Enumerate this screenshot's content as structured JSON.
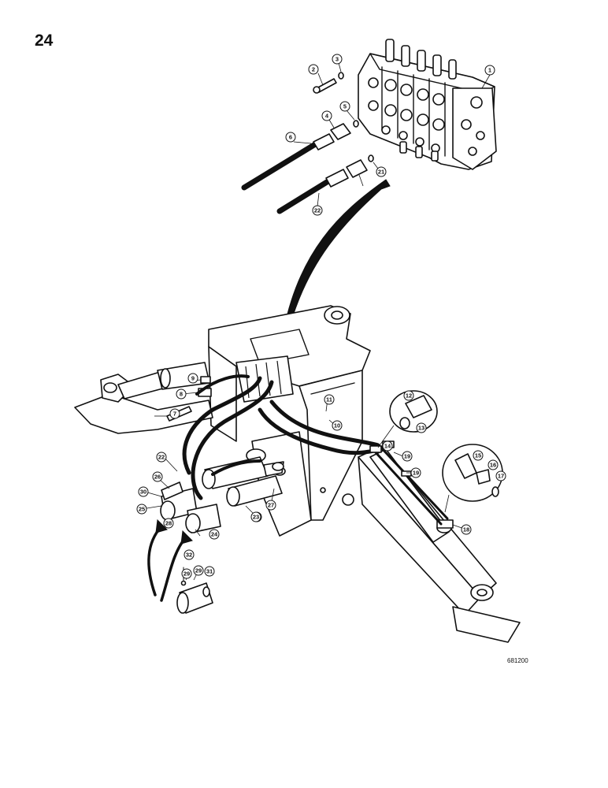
{
  "page_number": "24",
  "drawing_code": "681200",
  "callouts": [
    "1",
    "2",
    "3",
    "4",
    "5",
    "6",
    "7",
    "8",
    "9",
    "10",
    "11",
    "12",
    "13",
    "14",
    "15",
    "16",
    "17",
    "18",
    "19",
    "19",
    "21",
    "22",
    "22",
    "22",
    "23",
    "24",
    "25",
    "26",
    "27",
    "28",
    "29",
    "29",
    "30",
    "31",
    "32"
  ]
}
